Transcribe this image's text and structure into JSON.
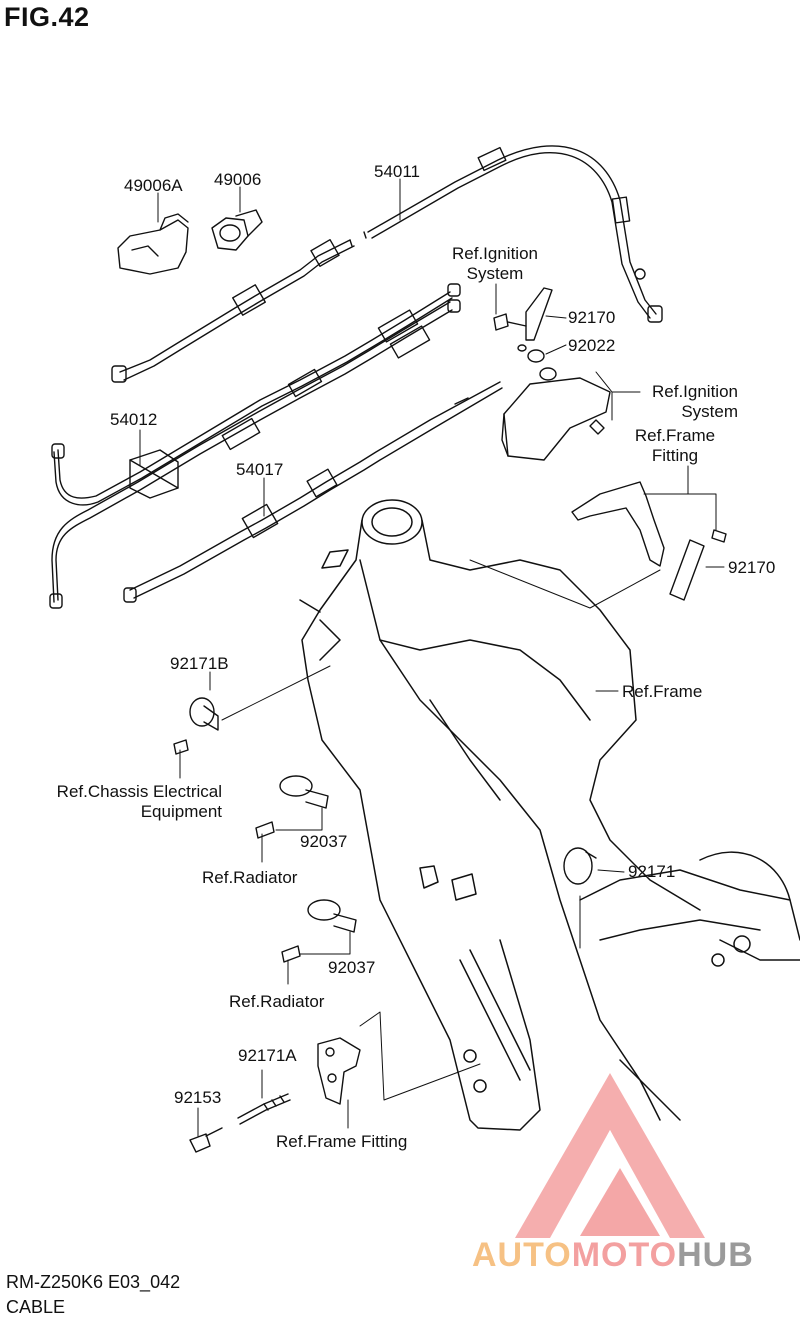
{
  "figure": {
    "title": "FIG.42"
  },
  "labels": {
    "p49006A": "49006A",
    "p49006": "49006",
    "p54011": "54011",
    "p54012": "54012",
    "p54017": "54017",
    "ref_ignition_1a": "Ref.Ignition",
    "ref_ignition_1b": "System",
    "p92170_top": "92170",
    "p92022": "92022",
    "ref_ignition_2a": "Ref.Ignition",
    "ref_ignition_2b": "System",
    "ref_frame_fitting_a": "Ref.Frame",
    "ref_frame_fitting_b": "Fitting",
    "p92170_bottom": "92170",
    "ref_frame": "Ref.Frame",
    "p92171B": "92171B",
    "ref_chassis_a": "Ref.Chassis Electrical",
    "ref_chassis_b": "Equipment",
    "p92037_a": "92037",
    "ref_radiator_a": "Ref.Radiator",
    "p92171": "92171",
    "p92037_b": "92037",
    "ref_radiator_b": "Ref.Radiator",
    "p92171A": "92171A",
    "p92153": "92153",
    "ref_frame_fitting_2": "Ref.Frame Fitting"
  },
  "footer": {
    "model_code": "RM-Z250K6 E03_042",
    "section": "CABLE"
  },
  "watermark": {
    "part1": "AUTO",
    "part2": "MOTO",
    "part3": "HUB",
    "colors": {
      "auto": "#f6c184",
      "moto": "#f3a0a0",
      "hub": "#9a9a9a",
      "triangle": "#f08a8a"
    }
  }
}
